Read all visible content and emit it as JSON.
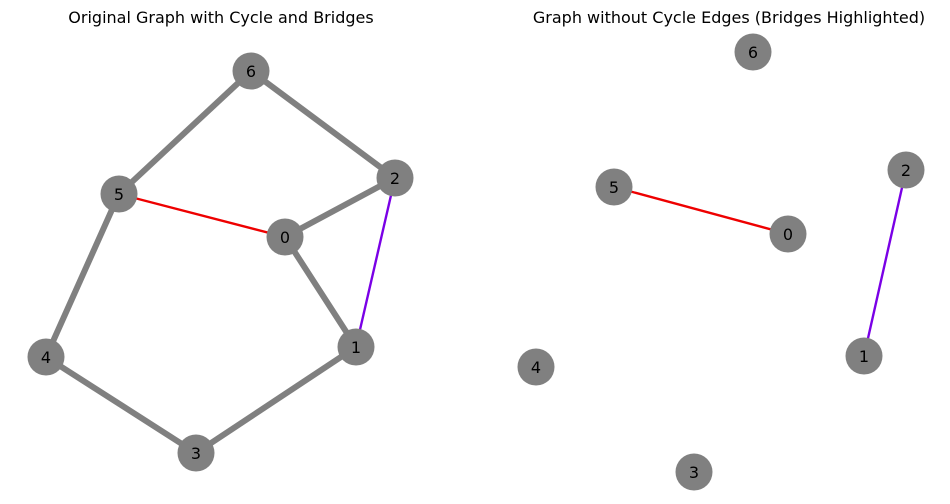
{
  "panels": [
    {
      "title": "Original Graph with Cycle and Bridges",
      "nodes": [
        {
          "id": "0",
          "label": "0"
        },
        {
          "id": "1",
          "label": "1"
        },
        {
          "id": "2",
          "label": "2"
        },
        {
          "id": "3",
          "label": "3"
        },
        {
          "id": "4",
          "label": "4"
        },
        {
          "id": "5",
          "label": "5"
        },
        {
          "id": "6",
          "label": "6"
        }
      ],
      "edges": [
        {
          "from": "6",
          "to": "5",
          "kind": "cycle",
          "color": "#808080"
        },
        {
          "from": "6",
          "to": "2",
          "kind": "cycle",
          "color": "#808080"
        },
        {
          "from": "2",
          "to": "0",
          "kind": "cycle",
          "color": "#808080"
        },
        {
          "from": "0",
          "to": "1",
          "kind": "cycle",
          "color": "#808080"
        },
        {
          "from": "1",
          "to": "3",
          "kind": "cycle",
          "color": "#808080"
        },
        {
          "from": "3",
          "to": "4",
          "kind": "cycle",
          "color": "#808080"
        },
        {
          "from": "4",
          "to": "5",
          "kind": "cycle",
          "color": "#808080"
        },
        {
          "from": "5",
          "to": "0",
          "kind": "bridge",
          "color": "#ee0000"
        },
        {
          "from": "2",
          "to": "1",
          "kind": "bridge",
          "color": "#7a00e6"
        }
      ]
    },
    {
      "title": "Graph without Cycle Edges (Bridges Highlighted)",
      "nodes": [
        {
          "id": "0",
          "label": "0"
        },
        {
          "id": "1",
          "label": "1"
        },
        {
          "id": "2",
          "label": "2"
        },
        {
          "id": "3",
          "label": "3"
        },
        {
          "id": "4",
          "label": "4"
        },
        {
          "id": "5",
          "label": "5"
        },
        {
          "id": "6",
          "label": "6"
        }
      ],
      "edges": [
        {
          "from": "5",
          "to": "0",
          "kind": "bridge",
          "color": "#ee0000"
        },
        {
          "from": "2",
          "to": "1",
          "kind": "bridge",
          "color": "#7a00e6"
        }
      ]
    }
  ],
  "colors": {
    "node_fill": "#808080",
    "cycle_edge": "#808080",
    "bridge_red": "#ee0000",
    "bridge_purple": "#7a00e6",
    "label": "#000000"
  }
}
